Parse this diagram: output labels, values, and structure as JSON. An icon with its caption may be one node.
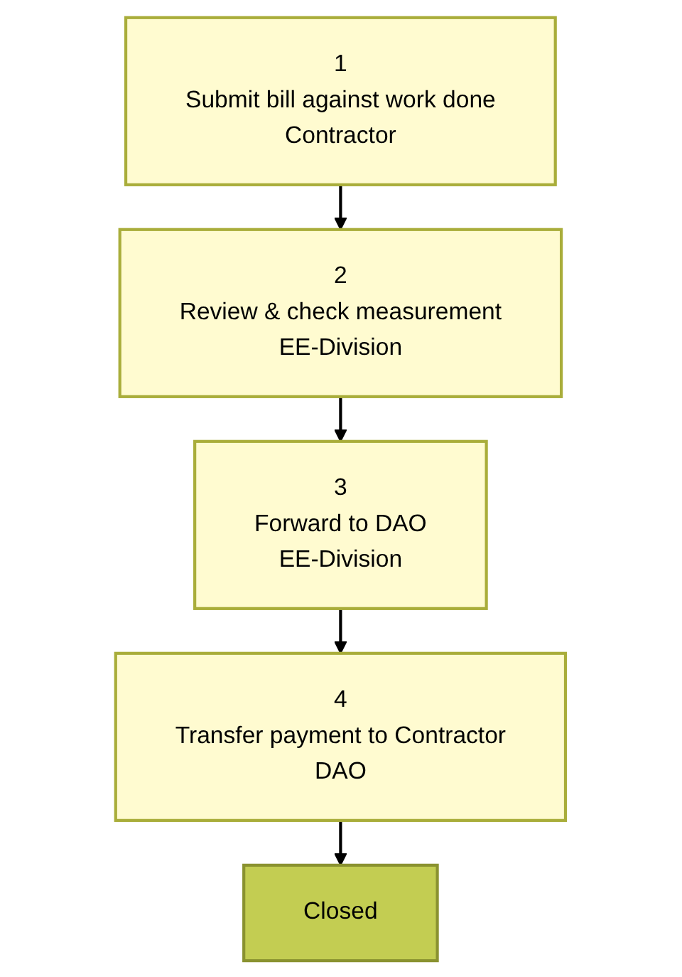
{
  "diagram": {
    "nodes": [
      {
        "text": [
          "1",
          "Submit bill against work done",
          "Contractor"
        ]
      },
      {
        "text": [
          "2",
          "Review & check measurement",
          "EE-Division"
        ]
      },
      {
        "text": [
          "3",
          "Forward to DAO",
          "EE-Division"
        ]
      },
      {
        "text": [
          "4",
          "Transfer payment to Contractor",
          "DAO"
        ]
      },
      {
        "text": [
          "Closed"
        ]
      }
    ],
    "edges": [
      {
        "from": 0,
        "to": 1,
        "arrow": "to"
      },
      {
        "from": 1,
        "to": 2,
        "arrow": "to"
      },
      {
        "from": 2,
        "to": 3,
        "arrow": "to"
      },
      {
        "from": 3,
        "to": 4,
        "arrow": "to"
      }
    ]
  }
}
